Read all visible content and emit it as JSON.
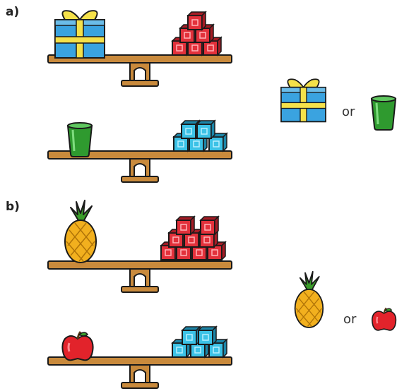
{
  "parts": [
    {
      "label": "a)",
      "scales": [
        {
          "left_object": "gift-box",
          "right_cubes": {
            "count": 6,
            "color": "red"
          }
        },
        {
          "left_object": "green-cup",
          "right_cubes": {
            "count": 5,
            "color": "blue"
          }
        }
      ],
      "question": {
        "option_a": "gift-box",
        "connector": "or",
        "option_b": "green-cup"
      }
    },
    {
      "label": "b)",
      "scales": [
        {
          "left_object": "pineapple",
          "right_cubes": {
            "count": 9,
            "color": "red"
          }
        },
        {
          "left_object": "apple",
          "right_cubes": {
            "count": 5,
            "color": "blue"
          }
        }
      ],
      "question": {
        "option_a": "pineapple",
        "connector": "or",
        "option_b": "apple"
      }
    }
  ],
  "colors": {
    "beam": "#c98a3c",
    "red_cube": "#e2313b",
    "red_cube_dark": "#a51c25",
    "blue_cube": "#3cc2e6",
    "blue_cube_dark": "#1c86a8",
    "gift_box": "#3aa3e0",
    "gift_ribbon": "#f5e14a",
    "cup": "#2f9a2f",
    "pineapple": "#f2b01e",
    "leaves": "#3a9d2a",
    "apple": "#e2232b"
  }
}
